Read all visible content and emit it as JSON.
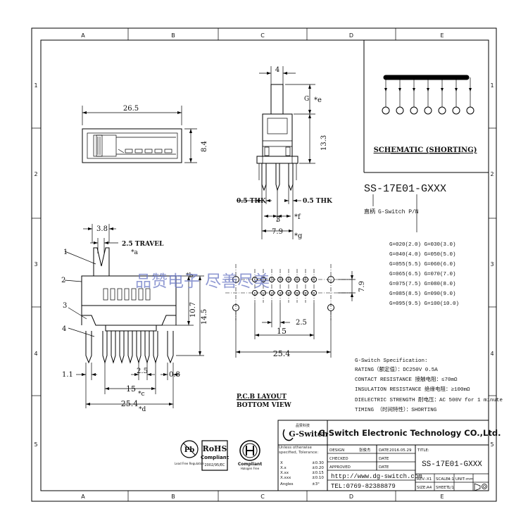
{
  "grid": {
    "columns": [
      "A",
      "B",
      "C",
      "D",
      "E"
    ],
    "rows": [
      "1",
      "2",
      "3",
      "4",
      "5"
    ]
  },
  "front_view": {
    "width_dim": "26.5",
    "height_dim": "8.4"
  },
  "side_view": {
    "top_dim": "4",
    "e_dim": "*e",
    "e_prefix": "G",
    "height_dim": "13.3",
    "thk_left": "0.5 THK",
    "thk_right": "0.5 THK",
    "pitch_dim": "3",
    "f_dim": "*f",
    "g_dim": "7.9",
    "g_label": "*g"
  },
  "schematic": {
    "title": "SCHEMATIC (SHORTING)"
  },
  "part": {
    "part_number": "SS-17E01-GXXX",
    "label_cn": "直柄",
    "label_pn": "G-Switch P/N"
  },
  "g_codes": [
    "G=020(2.0) G=030(3.0)",
    "G=040(4.0) G=050(5.0)",
    "G=055(5.5) G=060(6.0)",
    "G=065(6.5) G=070(7.0)",
    "G=075(7.5) G=080(8.0)",
    "G=085(8.5) G=090(9.0)",
    "G=095(9.5) G=100(10.0)"
  ],
  "bottom_view": {
    "dim_3_8": "3.8",
    "travel": "2.5 TRAVEL",
    "a_label": "*a",
    "b_label": "*b",
    "h_10_7": "10.7",
    "h_14_5": "14.5",
    "dim_1_1": "1.1",
    "dim_2_5": "2.5",
    "dim_0_8": "0.8",
    "dim_15": "15",
    "c_label": "*c",
    "dim_25_4": "25.4",
    "d_label": "*d",
    "callouts": [
      "1",
      "2",
      "3",
      "4"
    ]
  },
  "pcb": {
    "dim_7_9": "7.9",
    "dim_2_5": "2.5",
    "dim_15": "15",
    "dim_25_4": "25.4",
    "title_1": "P.C.B LAYOUT",
    "title_2": "BOTTOM VIEW"
  },
  "watermark": "品赞电子 尽善尽美",
  "spec": {
    "title": "G-Switch Specification:",
    "lines": [
      "RATING（额定值）：DC250V 0.5A",
      "CONTACT RESISTANCE 接触电阻：≤70mΩ",
      "INSULATION RESISTANCE 绝缘电阻：≥100mΩ",
      "DIELECTRIC STRENGTH 耐电压：AC 500V for 1 minute",
      "TIMING  （时间特性）：SHORTING"
    ]
  },
  "compliance": {
    "pb_text": "Pb",
    "pb_sub": "Lead Free\nRegulation",
    "rohs_title": "RoHS",
    "rohs_sub": "Compliant",
    "rohs_code": "2002/95/EC",
    "h_sub": "Compliant",
    "h_sub2": "Halogen Free"
  },
  "title_block": {
    "logo_small": "品赞科技",
    "logo_name": "G-Switch",
    "company": "G-Switch Electronic Technology CO.,Ltd.",
    "tolerance_title": "Unless otherwise specified, Tolerance:",
    "tolerances": [
      {
        "k": "X",
        "v": "±0.30"
      },
      {
        "k": "X.x",
        "v": "±0.20"
      },
      {
        "k": "X.xx",
        "v": "±0.15"
      },
      {
        "k": "X.xxx",
        "v": "±0.10"
      },
      {
        "k": "Angles",
        "v": "±3°"
      }
    ],
    "design_label": "DESIGN",
    "design_name": "张俊杰",
    "date_label": "DATE",
    "design_date": "2016.05.29",
    "checked_label": "CHECKED",
    "approved_label": "APPROVED",
    "title_label": "TITLE:",
    "title_value": "SS-17E01-GXXX",
    "url": "http://www.dg-switch.com",
    "tel": "TEL:0769-82388879",
    "rev_label": "REV.:",
    "rev_value": "X1",
    "scale_label": "SCALE:",
    "scale_value": "4:1",
    "unit_label": "UNIT:",
    "unit_value": "mm",
    "size_label": "SIZE:",
    "size_value": "A4",
    "sheet_label": "SHEET:",
    "sheet_value": "1/1"
  }
}
